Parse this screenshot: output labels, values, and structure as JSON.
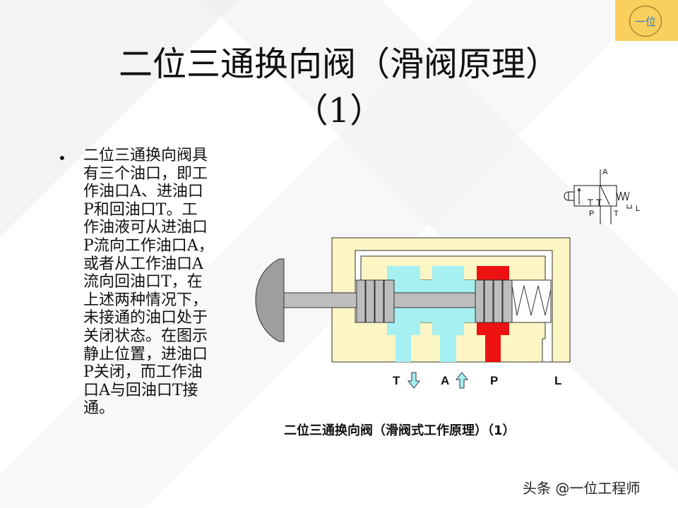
{
  "title": {
    "line1": "二位三通换向阀（滑阀原理）",
    "line2": "（1）"
  },
  "logo": {
    "text": "一位",
    "color": "#f9cf5d"
  },
  "bullet_lines": [
    "二位三通换向阀具",
    "有三个油口，即工",
    "作油口A、进油口",
    "P和回油口T。工",
    "作油液可从进油口",
    "P流向工作油口A，",
    "或者从工作油口A",
    "流向回油口T，在",
    "上述两种情况下，",
    "未接通的油口处于",
    "关闭状态。在图示",
    "静止位置，进油口",
    "P关闭，而工作油",
    "口A与回油口T接",
    "通。"
  ],
  "diagram": {
    "port_labels": {
      "T": "T",
      "A": "A",
      "P": "P",
      "L": "L"
    },
    "symbol_labels": {
      "A": "A",
      "P": "P",
      "T": "T",
      "L": "L"
    },
    "caption": "二位三通换向阀（滑阀式工作原理）（1）",
    "colors": {
      "body": "#fbf6c4",
      "return": "#a6f0f2",
      "pressure": "#ee1111",
      "spool": "#bdbdbd"
    }
  },
  "watermark": "头条 @一位工程师"
}
